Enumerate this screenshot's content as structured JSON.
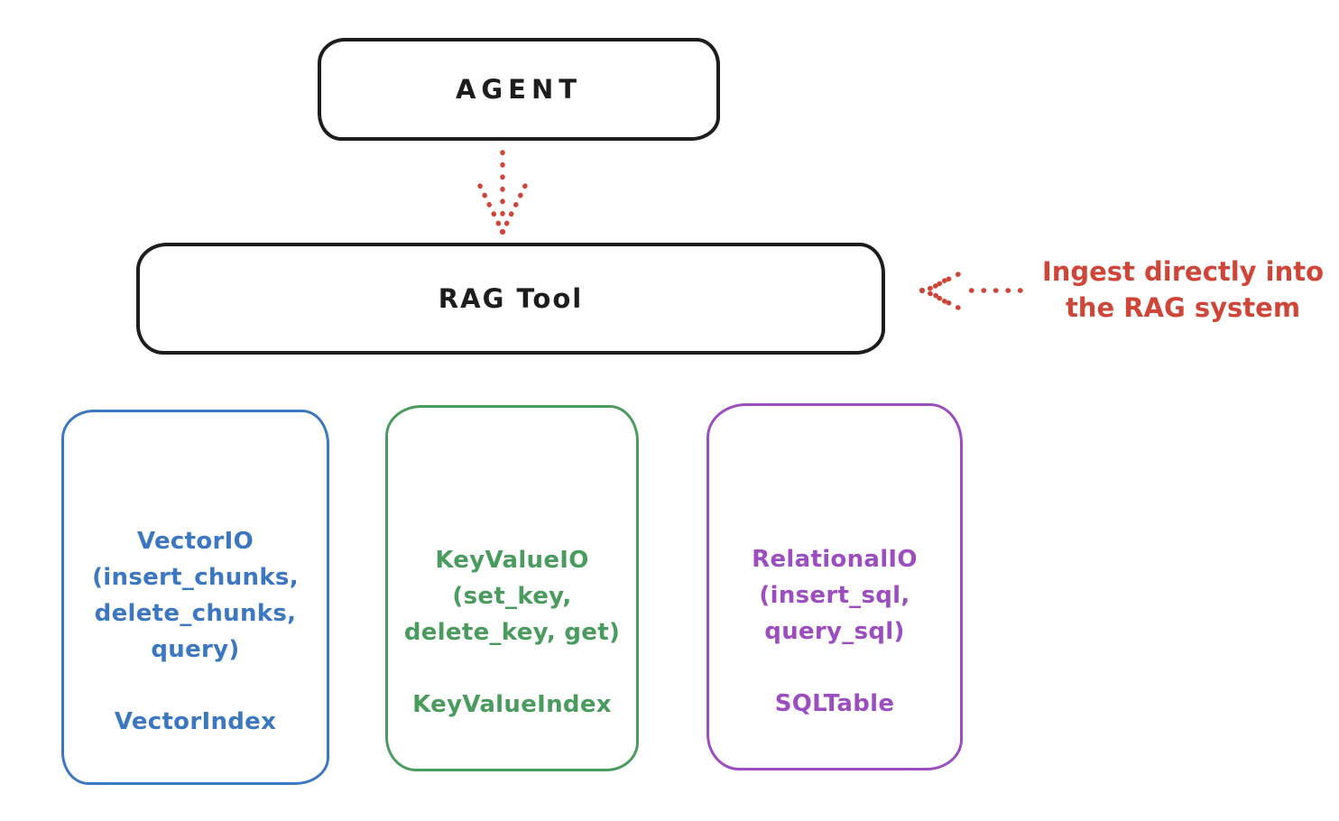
{
  "colors": {
    "ink": "#1d1d1d",
    "red": "#cf4538",
    "blue": "#3c77c2",
    "green": "#4a9c5e",
    "purple": "#9c4ec1",
    "bg": "#ffffff"
  },
  "agent": {
    "label": "AGENT"
  },
  "rag_tool": {
    "label": "RAG Tool"
  },
  "annotation": {
    "lines": [
      "Ingest directly into",
      "the RAG system"
    ]
  },
  "arrows": [
    {
      "from": "agent",
      "to": "rag_tool",
      "style": "dotted",
      "direction": "down",
      "color": "red"
    },
    {
      "from": "annotation",
      "to": "rag_tool",
      "style": "dotted",
      "direction": "left",
      "color": "red"
    }
  ],
  "backends": [
    {
      "id": "vector-io",
      "lines": [
        "VectorIO",
        "(insert_chunks,",
        "delete_chunks,",
        "query)"
      ],
      "index_label": "VectorIndex",
      "color": "#3c77c2"
    },
    {
      "id": "keyvalue-io",
      "lines": [
        "KeyValueIO",
        "(set_key,",
        "delete_key, get)"
      ],
      "index_label": "KeyValueIndex",
      "color": "#4a9c5e"
    },
    {
      "id": "relational-io",
      "lines": [
        "RelationalIO",
        "(insert_sql,",
        "query_sql)"
      ],
      "index_label": "SQLTable",
      "color": "#9c4ec1"
    }
  ]
}
